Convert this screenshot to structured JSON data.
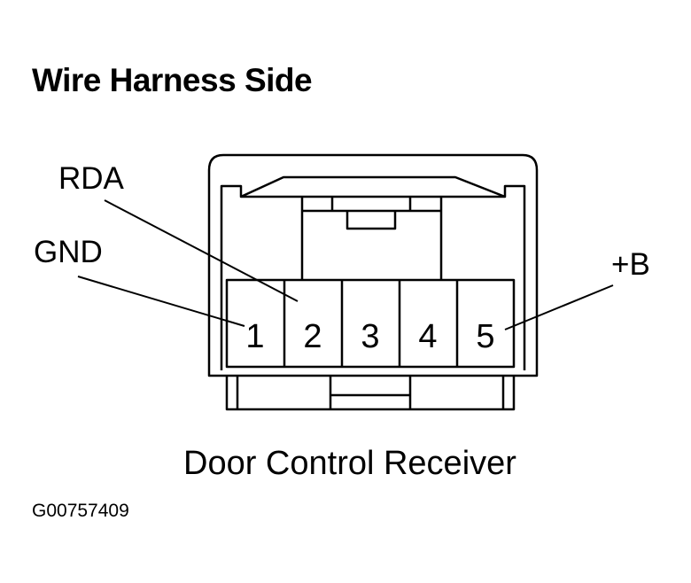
{
  "title": "Wire Harness Side",
  "caption": "Door Control Receiver",
  "figure_id": "G00757409",
  "labels": {
    "rda": "RDA",
    "gnd": "GND",
    "b_plus": "+B"
  },
  "pins": [
    "1",
    "2",
    "3",
    "4",
    "5"
  ]
}
